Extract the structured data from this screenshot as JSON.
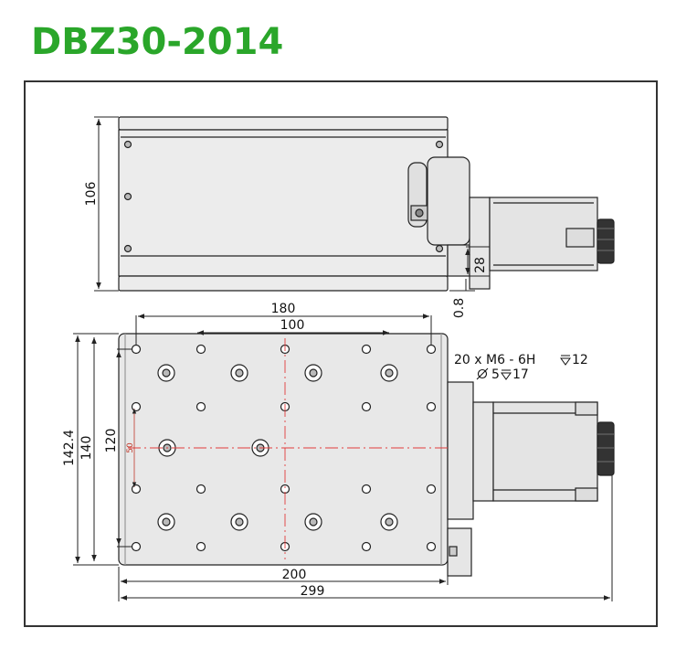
{
  "title": "DBZ30-2014",
  "colors": {
    "title": "#2aa62a",
    "line": "#222222",
    "body": "#e9e9e9",
    "center": "#e23b3b",
    "frame": "#333333"
  },
  "dimensions": {
    "side_height": "106",
    "flange": "28",
    "gap": "0.8",
    "pitch_x_outer": "180",
    "pitch_x_inner": "100",
    "width_outer": "142.4",
    "width_mid": "140",
    "pitch_y": "120",
    "pitch_small": "50",
    "plate_length": "200",
    "total_length": "299"
  },
  "notes": {
    "thread": "20 x  M6 - 6H",
    "thread_depth": "12",
    "hole": "5",
    "hole_depth": "17"
  },
  "symbols": {
    "depth": "depth-symbol",
    "diameter": "diameter-symbol"
  }
}
